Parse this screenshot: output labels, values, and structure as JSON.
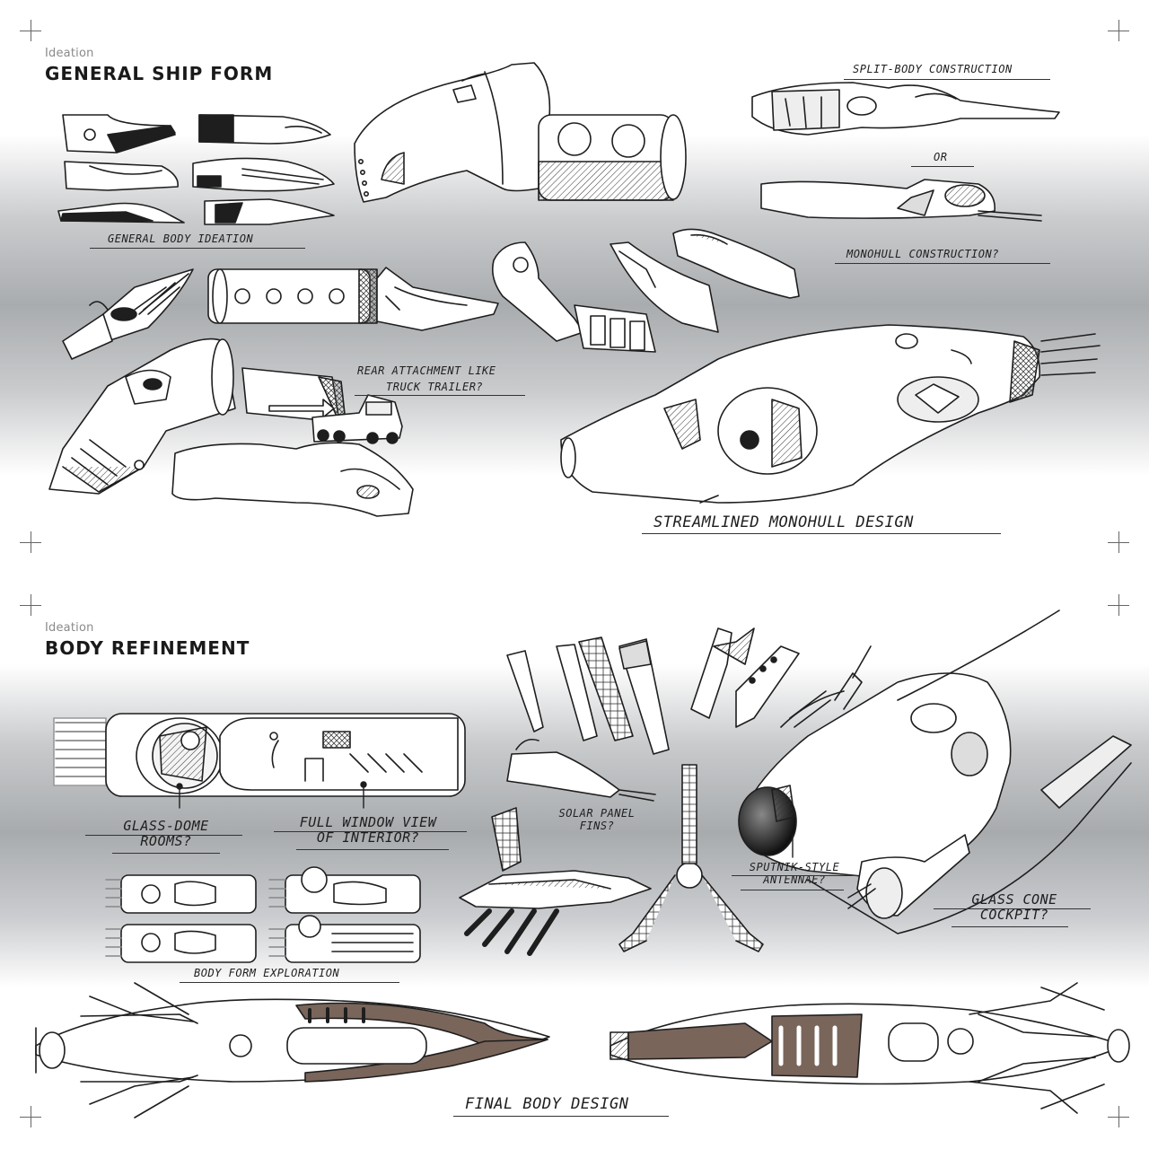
{
  "sections": [
    {
      "kicker": "Ideation",
      "title": "GENERAL SHIP FORM",
      "notes": {
        "split_body": "SPLIT-BODY CONSTRUCTION",
        "or": "OR",
        "monohull": "MONOHULL CONSTRUCTION?",
        "general_body": "GENERAL BODY IDEATION",
        "rear_attachment_1": "REAR ATTACHMENT LIKE",
        "rear_attachment_2": "TRUCK TRAILER?",
        "streamlined": "STREAMLINED MONOHULL DESIGN"
      }
    },
    {
      "kicker": "Ideation",
      "title": "BODY REFINEMENT",
      "notes": {
        "glass_dome_1": "GLASS-DOME",
        "glass_dome_2": "ROOMS?",
        "full_window_1": "FULL WINDOW VIEW",
        "full_window_2": "OF INTERIOR?",
        "solar_1": "SOLAR PANEL",
        "solar_2": "FINS?",
        "sputnik_1": "SPUTNIK-STYLE",
        "sputnik_2": "ANTENNAE?",
        "glass_cone_1": "GLASS CONE",
        "glass_cone_2": "COCKPIT?",
        "body_form": "BODY FORM EXPLORATION",
        "final_body": "FINAL BODY DESIGN"
      }
    }
  ],
  "colors": {
    "ink": "#1e1e1e",
    "accent_brown": "#7a655b",
    "band_gray": "#a9acae"
  }
}
